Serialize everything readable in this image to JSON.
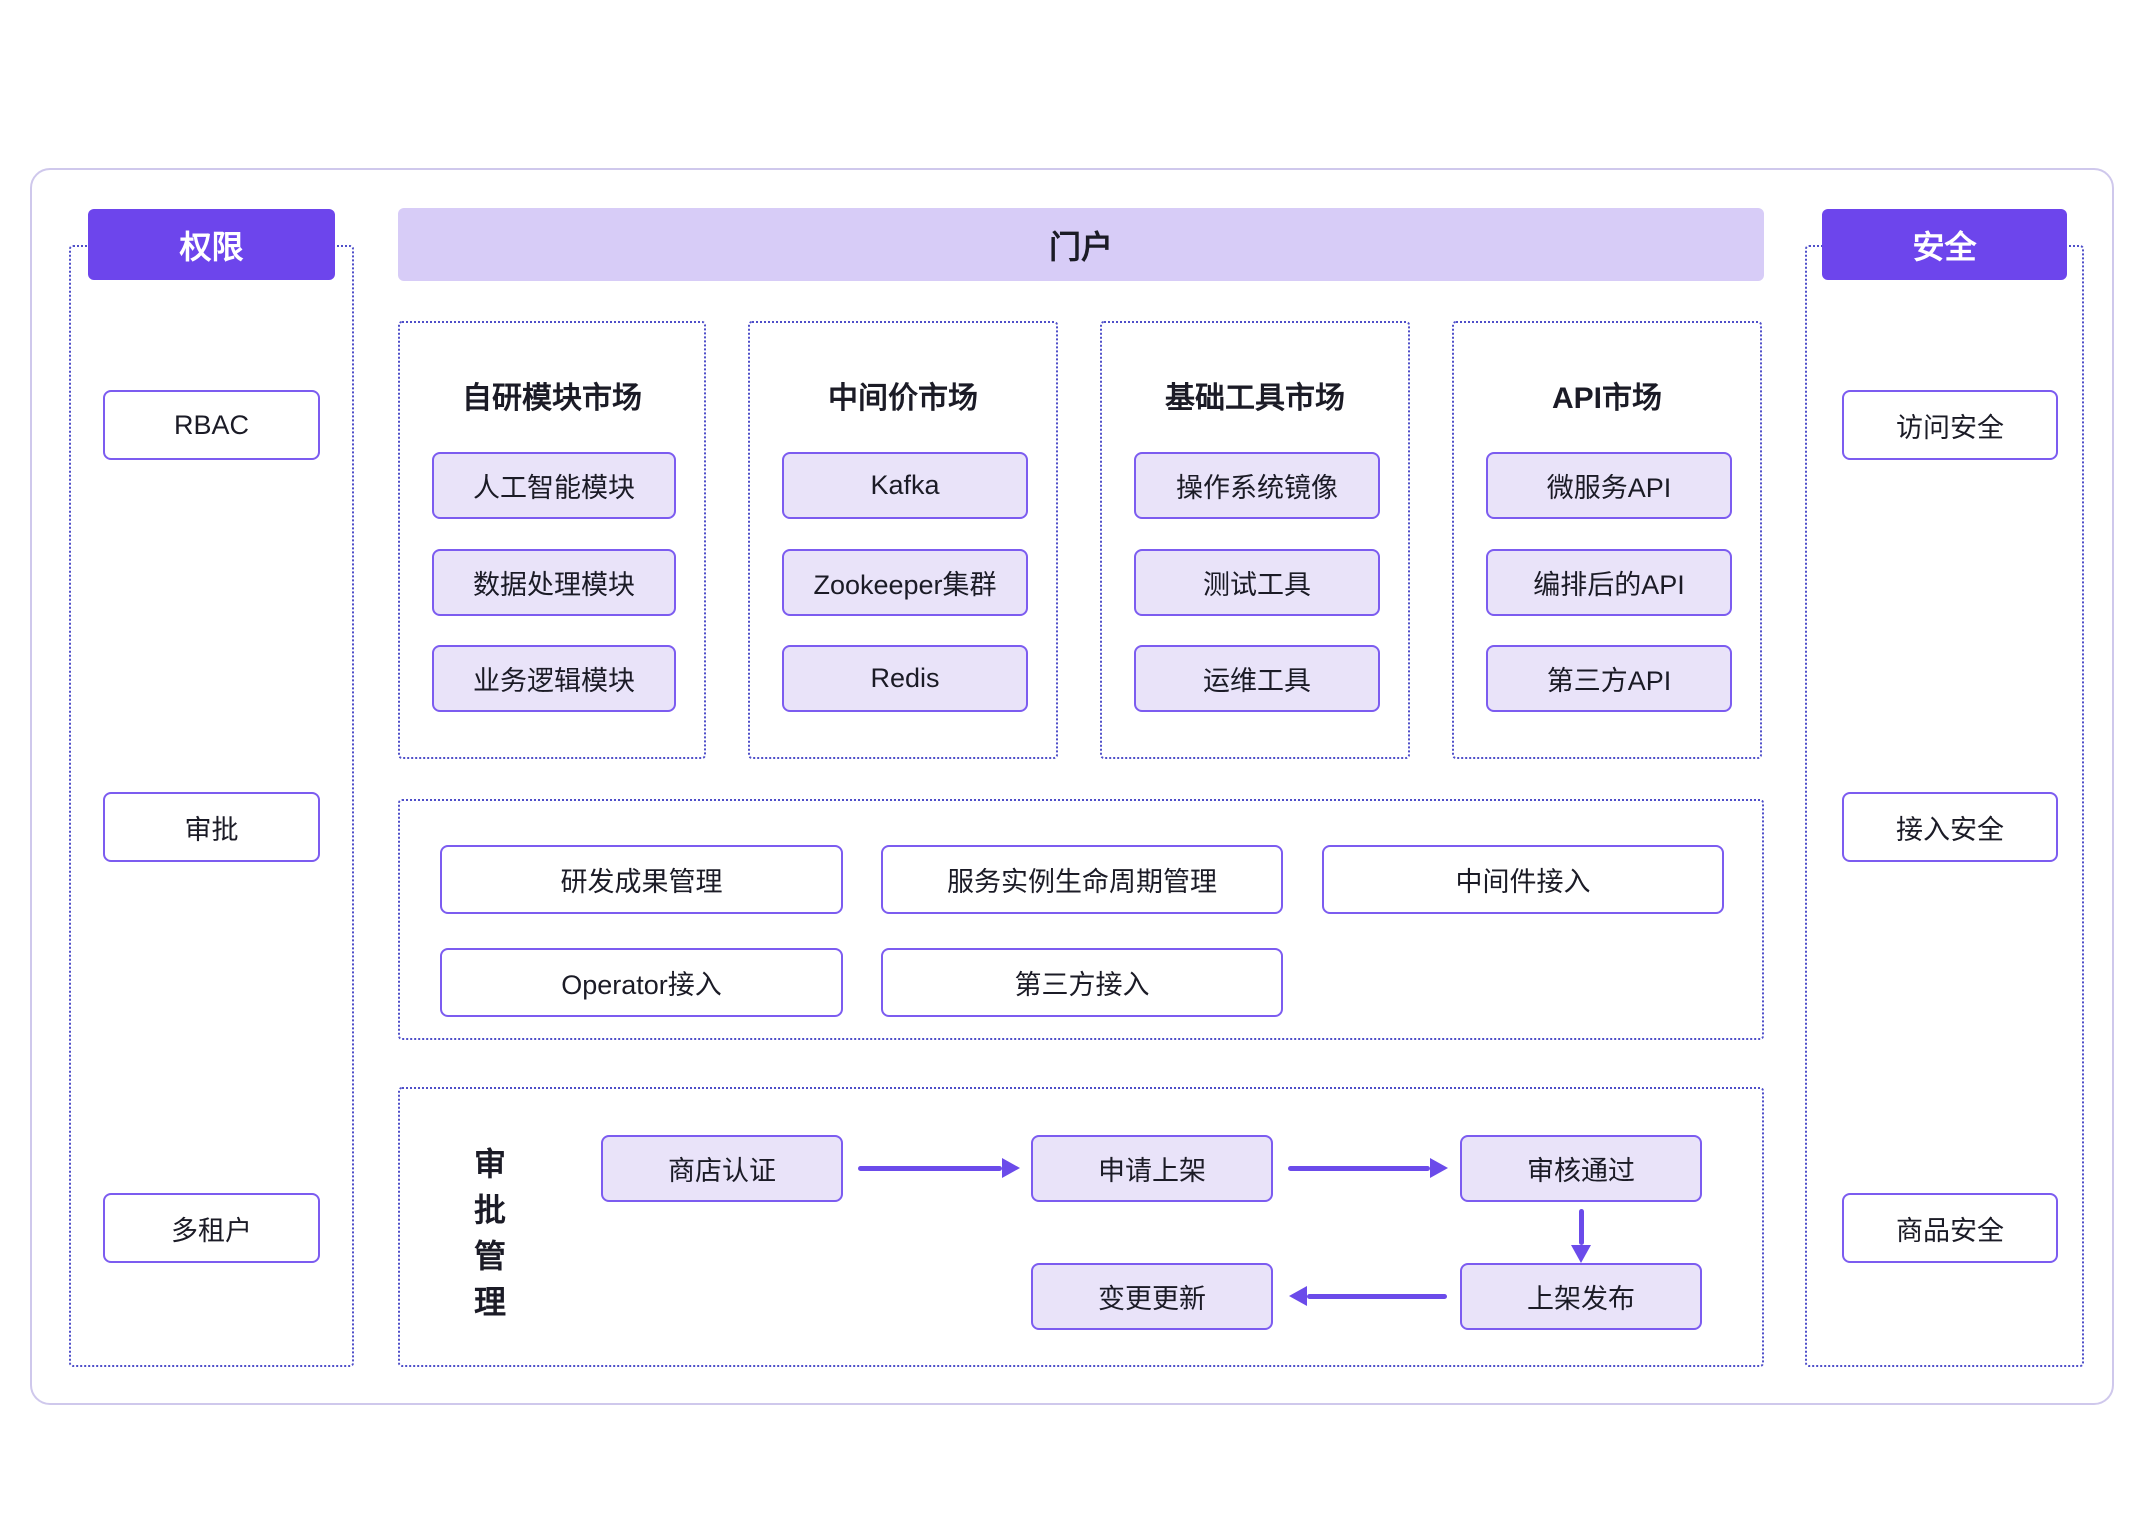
{
  "colors": {
    "accent": "#6D45EC",
    "banner_bg": "#D7CCF7",
    "box_fill": "#E9E3F9",
    "box_border": "#7C5CF0",
    "dotted": "#4F4FC9",
    "arrow": "#6B4BEA",
    "frame_border": "#CFC8EC",
    "text": "#1B1B26"
  },
  "left_panel": {
    "title": "权限",
    "items": [
      "RBAC",
      "审批",
      "多租户"
    ]
  },
  "portal": {
    "title": "门户",
    "markets": [
      {
        "title": "自研模块市场",
        "items": [
          "人工智能模块",
          "数据处理模块",
          "业务逻辑模块"
        ]
      },
      {
        "title": "中间价市场",
        "items": [
          "Kafka",
          "Zookeeper集群",
          "Redis"
        ]
      },
      {
        "title": "基础工具市场",
        "items": [
          "操作系统镜像",
          "测试工具",
          "运维工具"
        ]
      },
      {
        "title": "API市场",
        "items": [
          "微服务API",
          "编排后的API",
          "第三方API"
        ]
      }
    ],
    "management": {
      "row1": [
        "研发成果管理",
        "服务实例生命周期管理",
        "中间件接入"
      ],
      "row2": [
        "Operator接入",
        "第三方接入"
      ]
    },
    "approval": {
      "label": "审批管理",
      "steps": [
        "商店认证",
        "申请上架",
        "审核通过",
        "上架发布",
        "变更更新"
      ]
    }
  },
  "right_panel": {
    "title": "安全",
    "items": [
      "访问安全",
      "接入安全",
      "商品安全"
    ]
  }
}
